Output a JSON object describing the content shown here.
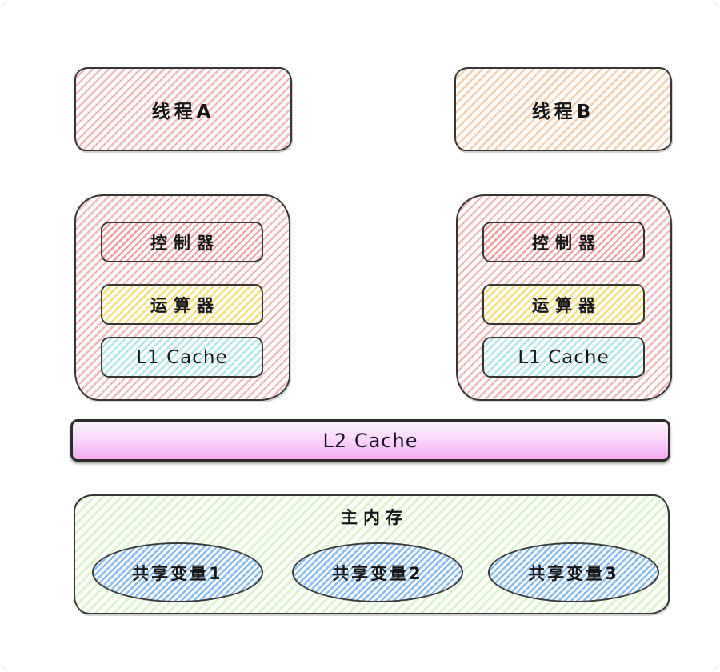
{
  "diagram": {
    "title_implicit": "Java memory model / CPU cache architecture sketch",
    "threads": [
      {
        "label": "线程A"
      },
      {
        "label": "线程B"
      }
    ],
    "cpus": [
      {
        "controller_label": "控制器",
        "alu_label": "运算器",
        "l1_label": "L1 Cache"
      },
      {
        "controller_label": "控制器",
        "alu_label": "运算器",
        "l1_label": "L1 Cache"
      }
    ],
    "l2_cache": {
      "label": "L2 Cache"
    },
    "main_memory": {
      "title": "主内存",
      "variables": [
        {
          "label": "共享变量1"
        },
        {
          "label": "共享变量2"
        },
        {
          "label": "共享变量3"
        }
      ]
    },
    "colors": {
      "stroke": "#363636",
      "thread_a_hatch": "#f0a0a0",
      "thread_b_hatch": "#f4c498",
      "cpu_hatch": "#f0a0a0",
      "controller_hatch": "#ee8c8c",
      "alu_hatch": "#f6d75a",
      "l1_hatch": "#a0e1e8",
      "l2_gradient_top": "#fef3fe",
      "l2_gradient_bottom": "#f2abf2",
      "memory_hatch": "#d7f3c3",
      "variable_hatch": "#7ab4ec",
      "frame_border": "#e4e4e4"
    }
  }
}
